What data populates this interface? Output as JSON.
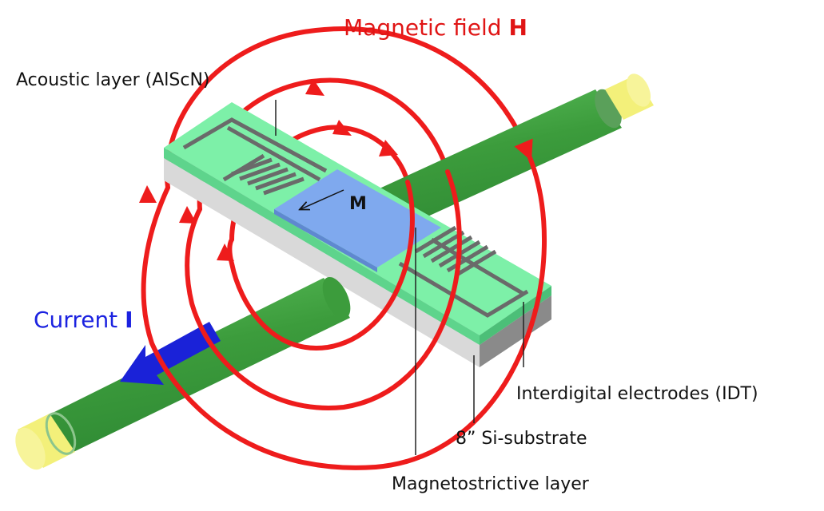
{
  "labels": {
    "magnetic_field_text": "Magnetic field ",
    "magnetic_field_symbol": "H",
    "acoustic_layer": "Acoustic layer (AlScN)",
    "magnetization": "M",
    "current_text": "Current ",
    "current_symbol": "I",
    "idt": "Interdigital electrodes (IDT)",
    "substrate": "8” Si-substrate",
    "magnetostrictive": "Magnetostrictive layer"
  },
  "colors": {
    "field_lines": "#ee1c1c",
    "conductor": "#3c9c3c",
    "conductor_tip": "#f3f07a",
    "acoustic_layer": "#7df0a8",
    "substrate_top": "#cfcfcf",
    "substrate_side": "#8a8a8a",
    "magnetostrictive": "#7fa9ee",
    "electrodes": "#6a6a6a",
    "current_arrow": "#1a22d8",
    "text": "#111111",
    "field_label": "#e01515",
    "current_label": "#1b22e0"
  }
}
